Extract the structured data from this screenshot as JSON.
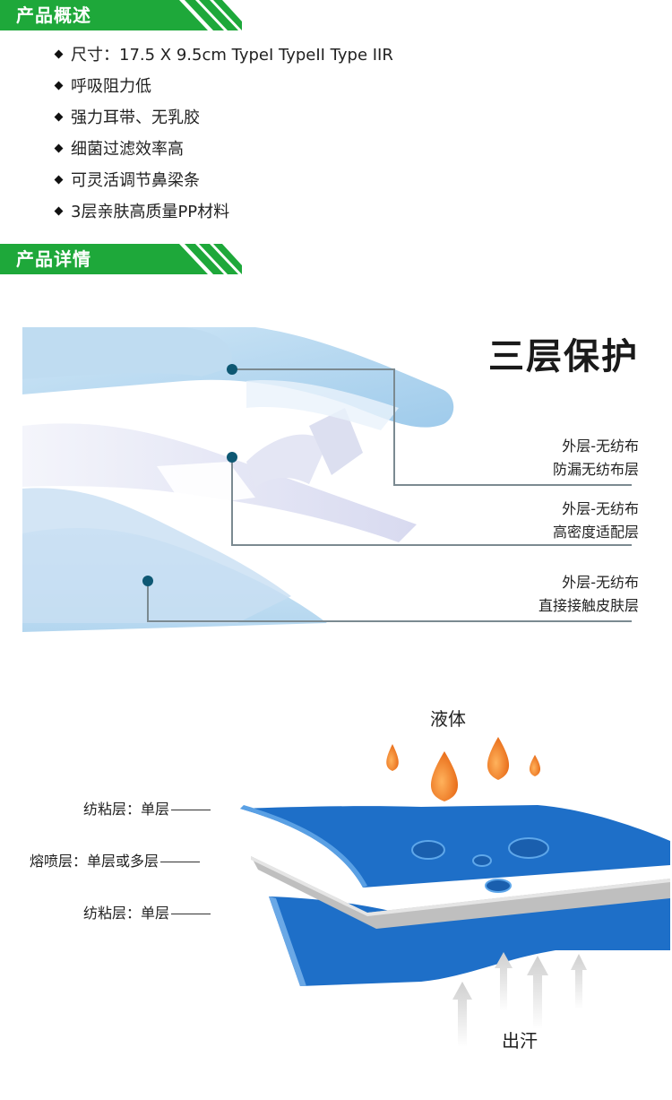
{
  "overview": {
    "title": "产品概述",
    "items": [
      "尺寸：17.5 X 9.5cm TypeI TypeII Type IIR",
      "呼吸阻力低",
      "强力耳带、无乳胶",
      "细菌过滤效率高",
      "可灵活调节鼻梁条",
      "3层亲肤高质量PP材料"
    ]
  },
  "details": {
    "title": "产品详情"
  },
  "layers_figure": {
    "title": "三层保护",
    "labels": [
      {
        "line1": "外层-无纺布",
        "line2": "防漏无纺布层"
      },
      {
        "line1": "外层-无纺布",
        "line2": "高密度适配层"
      },
      {
        "line1": "外层-无纺布",
        "line2": "直接接触皮肤层"
      }
    ]
  },
  "fabric_figure": {
    "top_caption": "液体",
    "bottom_caption": "出汗",
    "labels": [
      "纺粘层：单层",
      "熔喷层：单层或多层",
      "纺粘层：单层"
    ]
  },
  "colors": {
    "header_green": "#1ea83a",
    "layer_blue": "#1e6fc8",
    "drop_orange": "#f07a1a",
    "melt_gray": "#bfbfbf"
  }
}
